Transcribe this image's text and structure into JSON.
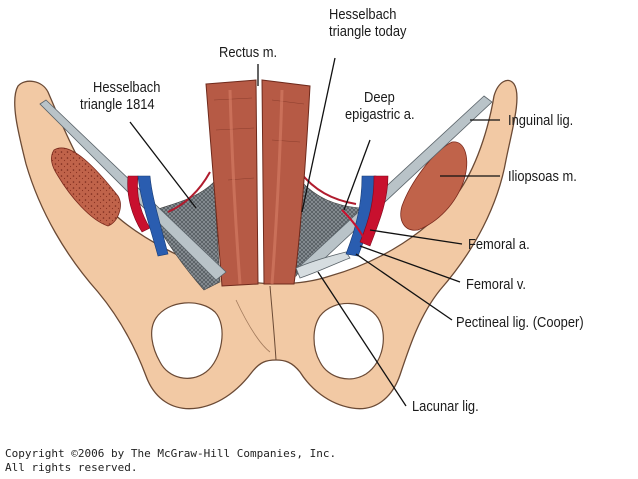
{
  "labels": {
    "rectus": "Rectus m.",
    "hesselbach_today_1": "Hesselbach",
    "hesselbach_today_2": "triangle today",
    "hesselbach_1814_1": "Hesselbach",
    "hesselbach_1814_2": "triangle 1814",
    "deep_epigastric_1": "Deep",
    "deep_epigastric_2": "epigastric a.",
    "inguinal": "Inguinal lig.",
    "iliopsoas": "Iliopsoas m.",
    "femoral_a": "Femoral a.",
    "femoral_v": "Femoral v.",
    "pectineal": "Pectineal lig. (Cooper)",
    "lacunar": "Lacunar lig."
  },
  "copyright": {
    "line1": "Copyright ©2006 by The McGraw-Hill Companies, Inc.",
    "line2": "All rights reserved."
  },
  "colors": {
    "bone": "#f2c9a4",
    "bone_outline": "#6b4a35",
    "muscle": "#c0634a",
    "ligament": "#b9c3c8",
    "triangle": "#7d8489",
    "artery": "#c8102e",
    "vein": "#2a5db0"
  }
}
